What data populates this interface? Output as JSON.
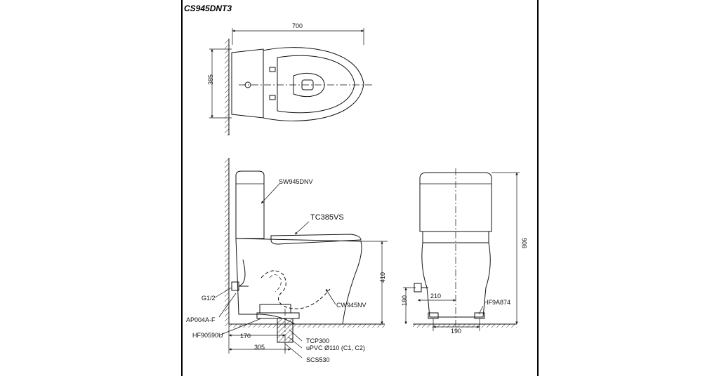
{
  "model_title": "CS945DNT3",
  "dimensions": {
    "top_width": "700",
    "top_depth": "385",
    "side_height": "410",
    "setback": "305",
    "inlet_offset": "170",
    "front_height": "806",
    "front_offset": "210",
    "valve_height": "180",
    "foot_spacing": "190"
  },
  "parts": {
    "tank": "SW945DNV",
    "seat": "TC385VS",
    "bowl": "CW945NV",
    "inlet": "G1/2",
    "valve": "AP004A-F",
    "hose": "HF90590U",
    "flange": "TCP300",
    "drain": "uPVC Ø110 (C1, C2)",
    "pipe": "SCS530",
    "front_hose": "HF9A874"
  }
}
